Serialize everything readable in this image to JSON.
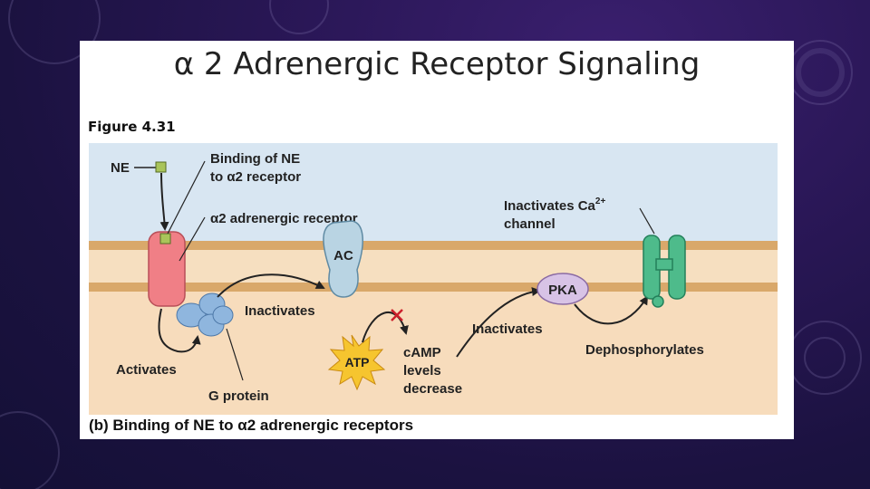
{
  "slide": {
    "title": "α 2 Adrenergic Receptor Signaling",
    "figure_label": "Figure 4.31",
    "caption": "(b) Binding of NE to α2 adrenergic receptors"
  },
  "diagram": {
    "ne_label": "NE",
    "binding_label_line1": "Binding of NE",
    "binding_label_line2": "to α2 receptor",
    "receptor_label": "α2 adrenergic receptor",
    "ac_label": "AC",
    "activates_label": "Activates",
    "gprotein_label": "G protein",
    "inactivates_ac_label": "Inactivates",
    "atp_label": "ATP",
    "camp_line1": "cAMP",
    "camp_line2": "levels",
    "camp_line3": "decrease",
    "inactivates_pka_label": "Inactivates",
    "pka_label": "PKA",
    "dephos_label": "Dephosphorylates",
    "ca_line1": "Inactivates Ca",
    "ca_sup": "2+",
    "ca_line2": "channel"
  },
  "colors": {
    "extracellular": "#d8e6f2",
    "membrane_band": "#d9a86a",
    "membrane_inner": "#f6dfc0",
    "cytoplasm": "#f7dcbc",
    "receptor": "#f07f86",
    "ac": "#b9d4e3",
    "gprotein": "#8fb6de",
    "pka": "#d8c3e6",
    "channel": "#4ebb8b",
    "atp": "#f6c52f",
    "inhibit_mark": "#cc1f2b",
    "ne": "#a9c45a"
  }
}
